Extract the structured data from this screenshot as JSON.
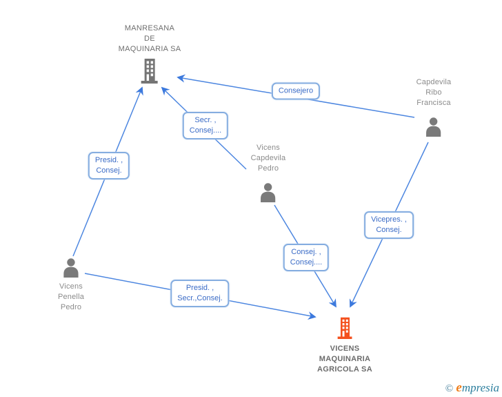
{
  "diagram": {
    "nodes": {
      "manresana": {
        "type": "company",
        "lines": [
          "MANRESANA",
          "DE",
          "MAQUINARIA SA"
        ]
      },
      "capdevila_ribo_francisca": {
        "type": "person",
        "lines": [
          "Capdevila",
          "Ribo",
          "Francisca"
        ]
      },
      "vicens_capdevila_pedro": {
        "type": "person",
        "lines": [
          "Vicens",
          "Capdevila",
          "Pedro"
        ]
      },
      "vicens_penella_pedro": {
        "type": "person",
        "lines": [
          "Vicens",
          "Penella",
          "Pedro"
        ]
      },
      "vicens_maquinaria": {
        "type": "company",
        "lines": [
          "VICENS",
          "MAQUINARIA",
          "AGRICOLA SA"
        ]
      }
    },
    "edges": [
      {
        "from": "vicens_penella_pedro",
        "to": "manresana",
        "label_lines": [
          "Presid. ,",
          "Consej."
        ]
      },
      {
        "from": "vicens_capdevila_pedro",
        "to": "manresana",
        "label_lines": [
          "Secr. ,",
          "Consej...."
        ]
      },
      {
        "from": "capdevila_ribo_francisca",
        "to": "manresana",
        "label_lines": [
          "Consejero"
        ]
      },
      {
        "from": "capdevila_ribo_francisca",
        "to": "vicens_maquinaria",
        "label_lines": [
          "Vicepres. ,",
          "Consej."
        ]
      },
      {
        "from": "vicens_capdevila_pedro",
        "to": "vicens_maquinaria",
        "label_lines": [
          "Consej. ,",
          "Consej...."
        ]
      },
      {
        "from": "vicens_penella_pedro",
        "to": "vicens_maquinaria",
        "label_lines": [
          "Presid. ,",
          "Secr.,Consej."
        ]
      }
    ],
    "colors": {
      "edge_blue": "#4c86e0",
      "label_text_blue": "#3a6bc6",
      "label_border_blue": "#85ade0",
      "company_gray": "#6e6e6e",
      "person_gray": "#7a7a7a",
      "company_orange": "#f4511e",
      "logo_teal": "#2d7f9e",
      "logo_orange": "#ef7d1a"
    }
  },
  "footer": {
    "copyright": "©",
    "logo_e": "e",
    "logo_rest": "mpresia"
  }
}
